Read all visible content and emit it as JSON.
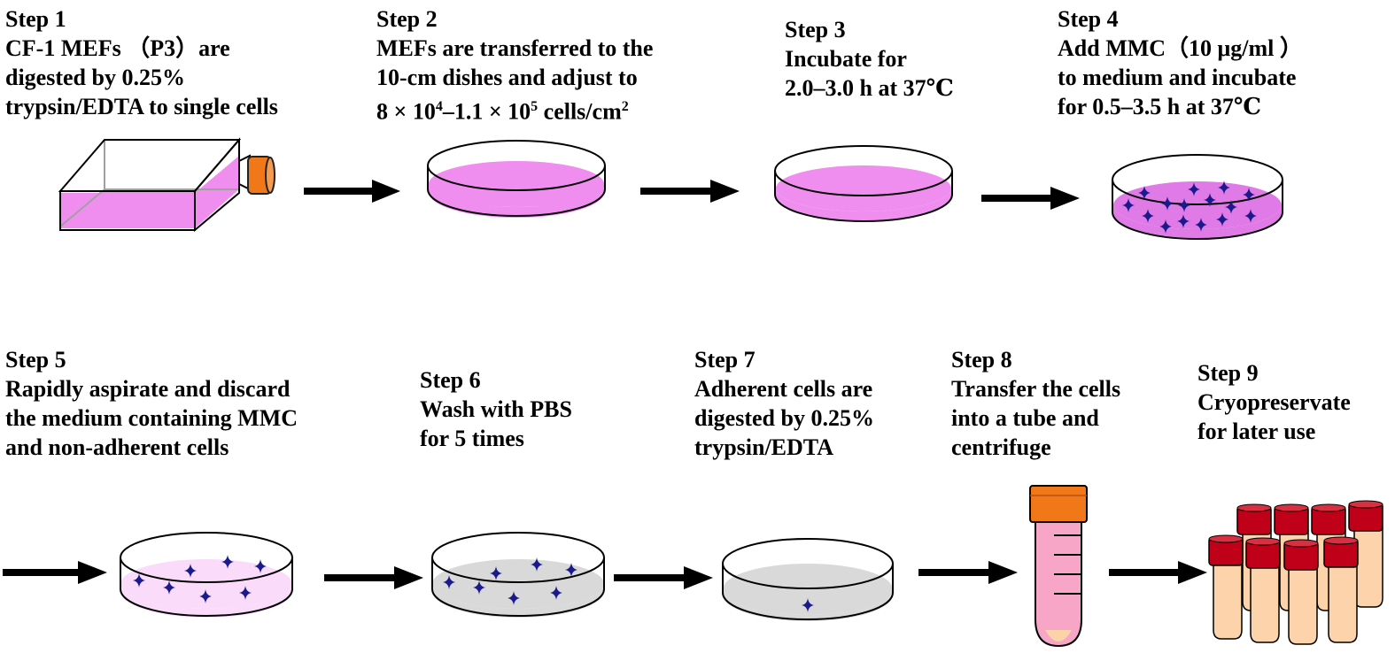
{
  "steps": [
    {
      "title": "Step 1",
      "lines": [
        "CF-1 MEFs （P3）are",
        "digested by 0.25%",
        "trypsin/EDTA to single cells"
      ]
    },
    {
      "title": "Step 2",
      "lines": [
        "MEFs are transferred to the",
        "10-cm dishes and adjust to"
      ],
      "density": {
        "a": "8 × 10",
        "a_exp": "4",
        "b": "–1.1 × 10",
        "b_exp": "5",
        "c": " cells/cm",
        "c_exp": "2"
      }
    },
    {
      "title": "Step 3",
      "lines": [
        "Incubate for",
        "2.0–3.0 h at 37℃"
      ]
    },
    {
      "title": "Step 4",
      "lines": [
        "Add MMC（10 μg/ml ）",
        "to medium and incubate",
        "for 0.5–3.5 h at 37℃"
      ]
    },
    {
      "title": "Step 5",
      "lines": [
        "Rapidly aspirate and discard",
        "the medium containing MMC",
        "and non-adherent cells"
      ]
    },
    {
      "title": "Step 6",
      "lines": [
        "Wash with PBS",
        "for 5 times"
      ]
    },
    {
      "title": "Step 7",
      "lines": [
        "Adherent cells are",
        "digested by  0.25%",
        "trypsin/EDTA"
      ]
    },
    {
      "title": "Step 8",
      "lines": [
        "Transfer the cells",
        "into a tube and",
        "centrifuge"
      ]
    },
    {
      "title": "Step 9",
      "lines": [
        "Cryopreservate",
        "for later use"
      ]
    }
  ],
  "colors": {
    "medium_magenta": "#f08ef0",
    "medium_mmc": "#e07ae6",
    "medium_light": "#fadcfa",
    "dish_gray": "#d9d9d9",
    "cell_blue": "#1a1a8c",
    "cap_orange": "#f07818",
    "tube_pink": "#f7a6c8",
    "vial_red": "#c00018",
    "vial_peach": "#fcd3aa",
    "arrow": "#000000"
  },
  "icons": [
    "culture-flask-icon",
    "petri-dish-icon",
    "centrifuge-tube-icon",
    "cryovial-icon",
    "flow-arrow-icon"
  ]
}
